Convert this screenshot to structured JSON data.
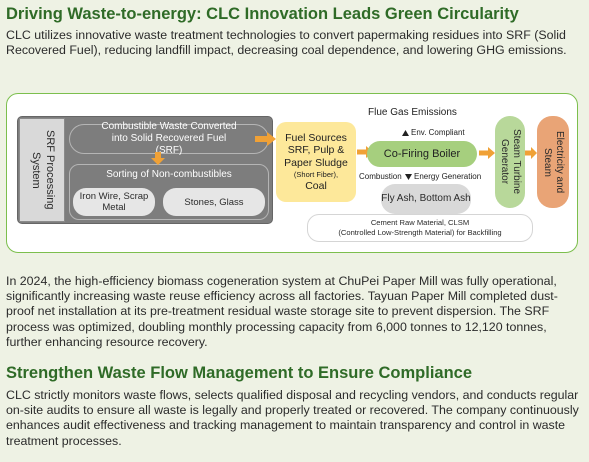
{
  "section1": {
    "title": "Driving Waste-to-energy: CLC Innovation Leads Green Circularity",
    "intro": "CLC utilizes innovative waste treatment technologies to convert papermaking residues into SRF (Solid Recovered Fuel), reducing landfill impact, decreasing coal dependence, and lowering GHG emissions."
  },
  "diagram": {
    "srf_system": "SRF Processing System",
    "combustible": "Combustible Waste Converted into Solid Recovered Fuel (SRF)",
    "sorting": "Sorting of Non-combustibles",
    "iron_wire": "Iron Wire, Scrap Metal",
    "stones_glass": "Stones, Glass",
    "fuel_sources": "Fuel Sources SRF, Pulp & Paper Sludge",
    "short_fiber": "(Short Fiber),",
    "coal": "Coal",
    "flue_gas": "Flue Gas Emissions",
    "env_compliant": "Env. Compliant",
    "cofiring": "Co-Firing Boiler",
    "combustion": "Combustion",
    "energy_generation": "Energy Generation",
    "fly_ash": "Fly Ash, Bottom Ash",
    "cement": "Cement Raw Material, CLSM",
    "clsm": "(Controlled Low-Strength Material) for Backfilling",
    "steam_turbine": "Steam Turbine Generator",
    "electricity": "Electricity and Steam",
    "colors": {
      "frame_border": "#7cbf4d",
      "gray_dark": "#7d7d7d",
      "gray_light": "#d9d9d9",
      "fuel_yellow": "#fde89a",
      "boiler_green": "#a6cf7e",
      "turbine_green": "#b8d89a",
      "output_orange": "#e9a476",
      "arrow_orange": "#f0a136"
    }
  },
  "section2": {
    "body": "In 2024, the high-efficiency biomass cogeneration system at ChuPei Paper Mill was fully operational, significantly increasing waste reuse efficiency across all factories. Tayuan Paper Mill completed dust-proof net installation at its pre-treatment residual waste storage site to prevent dispersion. The SRF process was optimized, doubling monthly processing capacity from 6,000 tonnes to 12,120 tonnes, further enhancing resource recovery."
  },
  "section3": {
    "title": "Strengthen Waste Flow Management to Ensure Compliance",
    "body": "CLC strictly monitors waste flows, selects qualified disposal and recycling vendors, and conducts regular on-site audits to ensure all waste is legally and properly treated or recovered. The company continuously enhances audit effectiveness and tracking management to maintain transparency and control in waste treatment processes."
  }
}
